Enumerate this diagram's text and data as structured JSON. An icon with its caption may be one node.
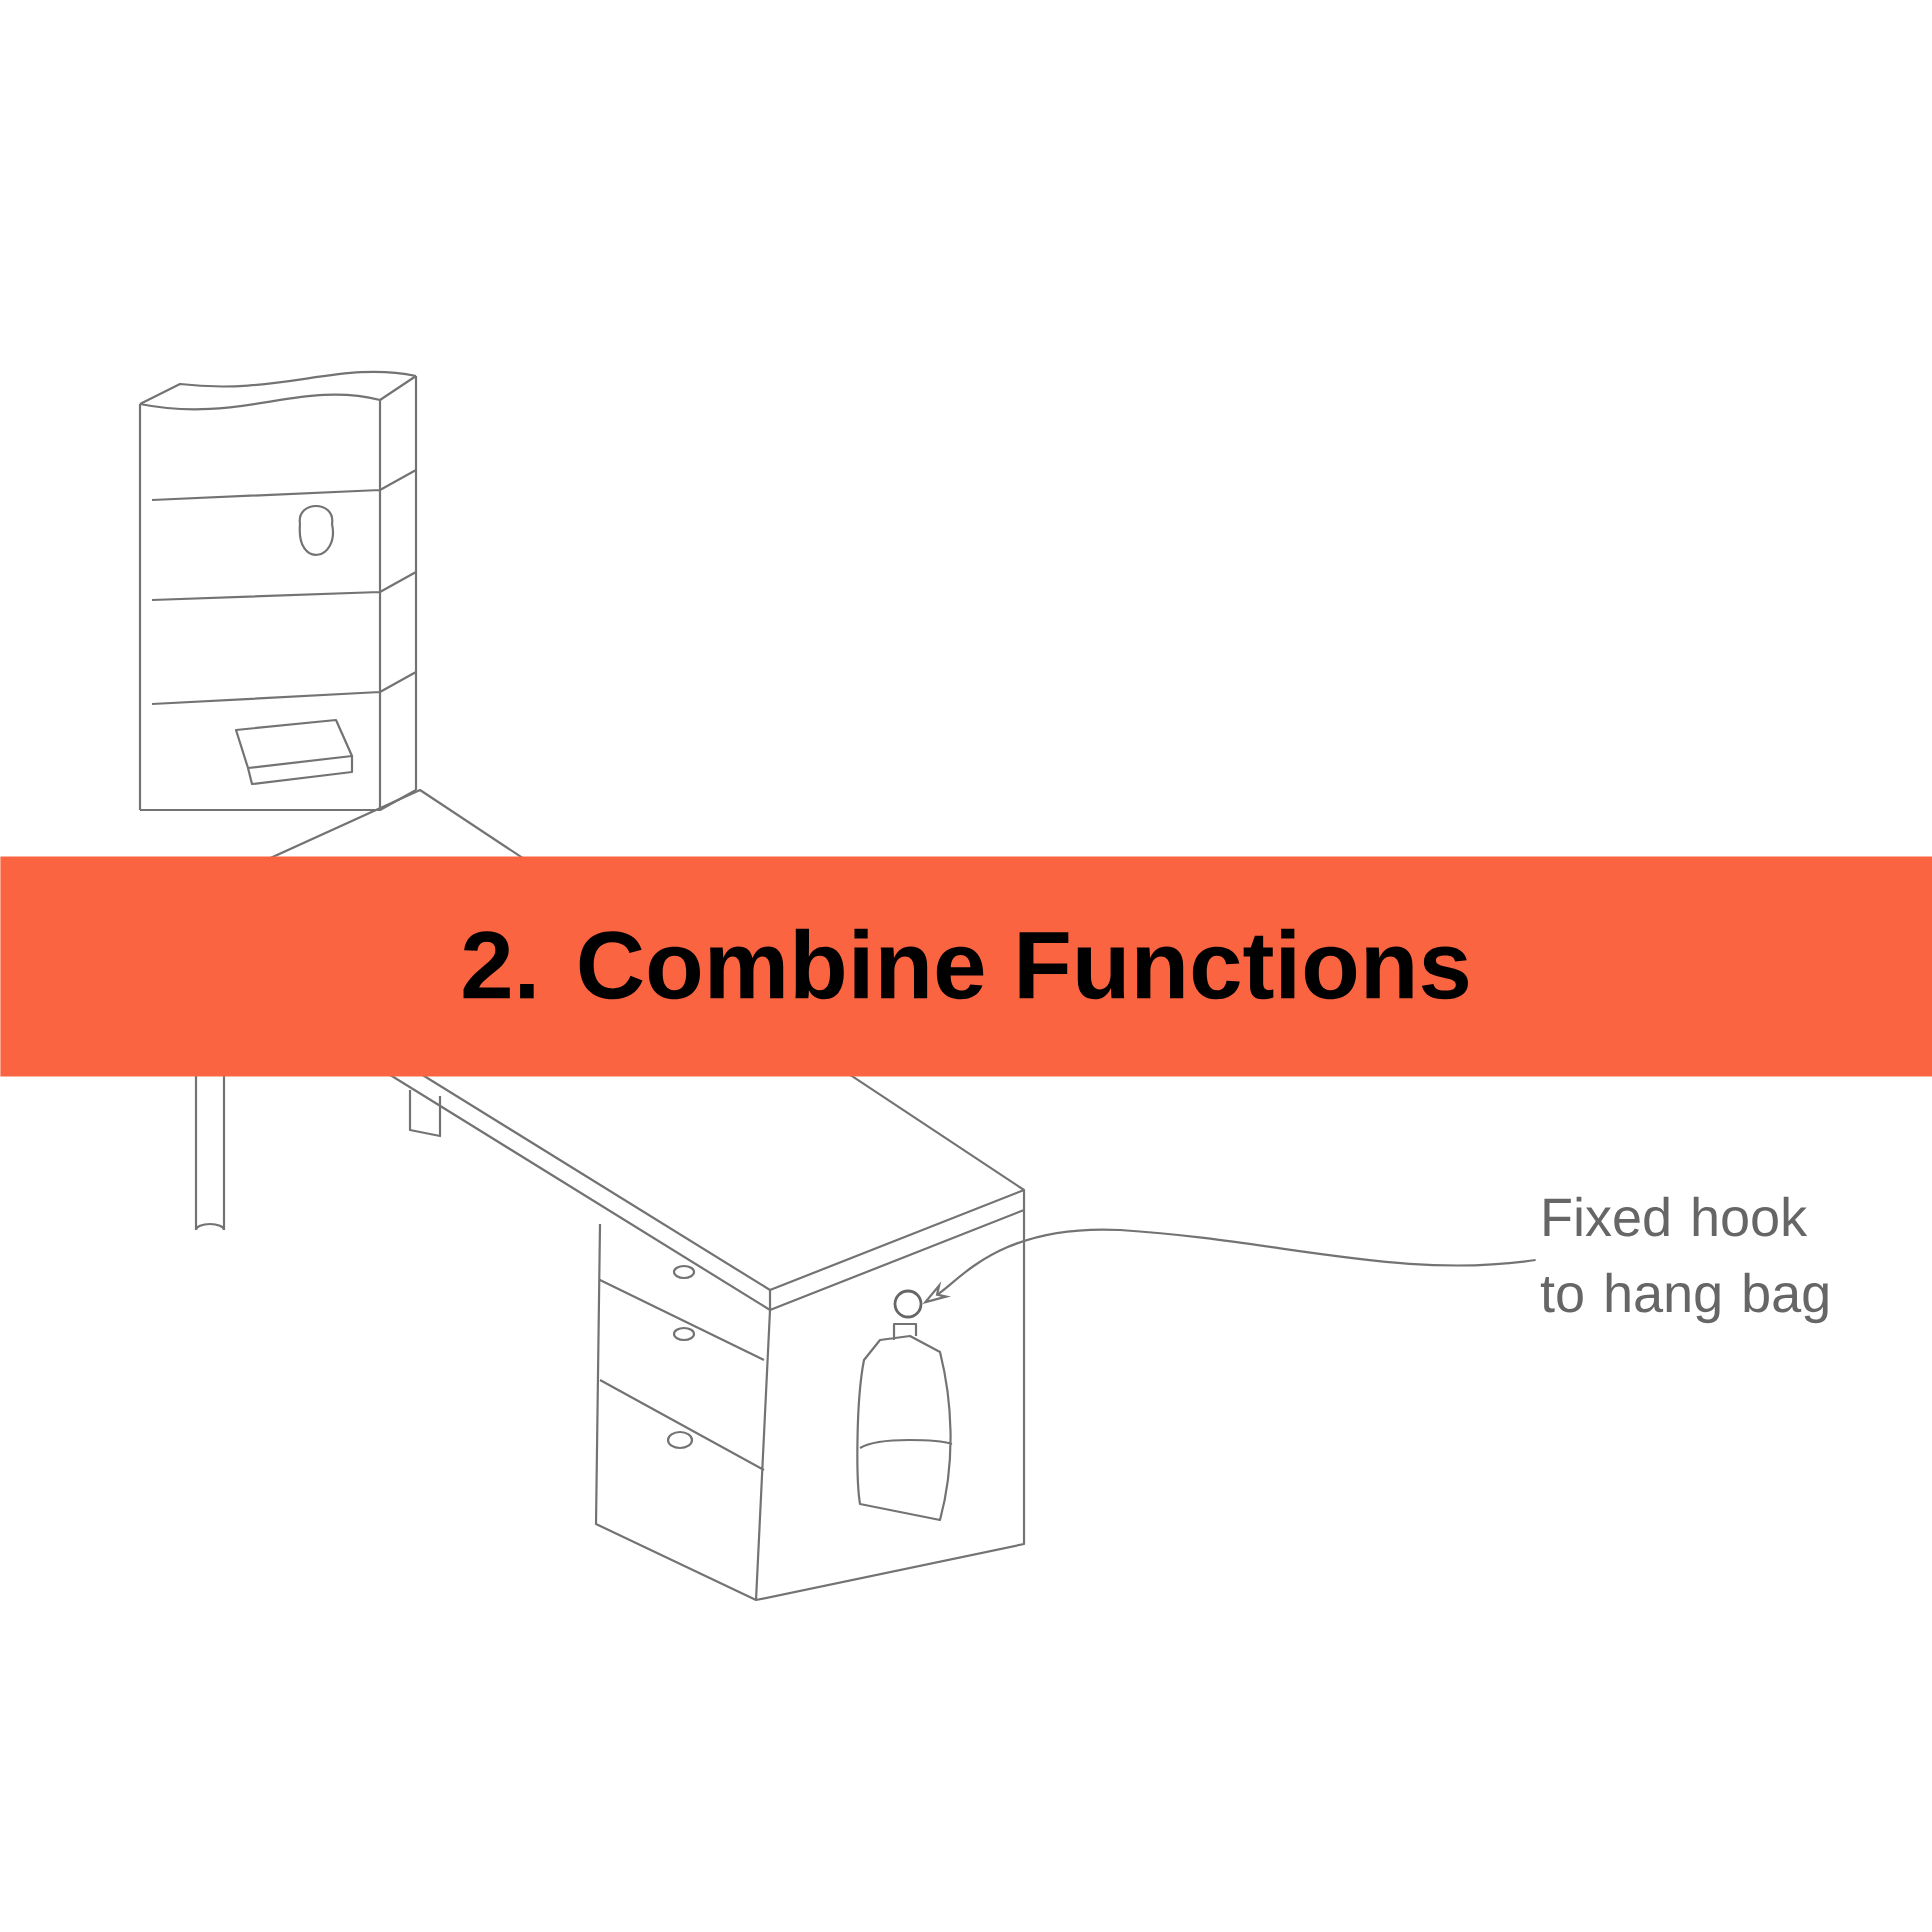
{
  "diagram": {
    "title": "2. Combine Functions",
    "nodes": [
      {
        "text": [
          "Fixed hook to hang bag"
        ]
      },
      {
        "text": [],
        "shape": "circle"
      }
    ],
    "edges": [
      {
        "from": 0,
        "to": 1,
        "arrow": "to"
      }
    ]
  }
}
